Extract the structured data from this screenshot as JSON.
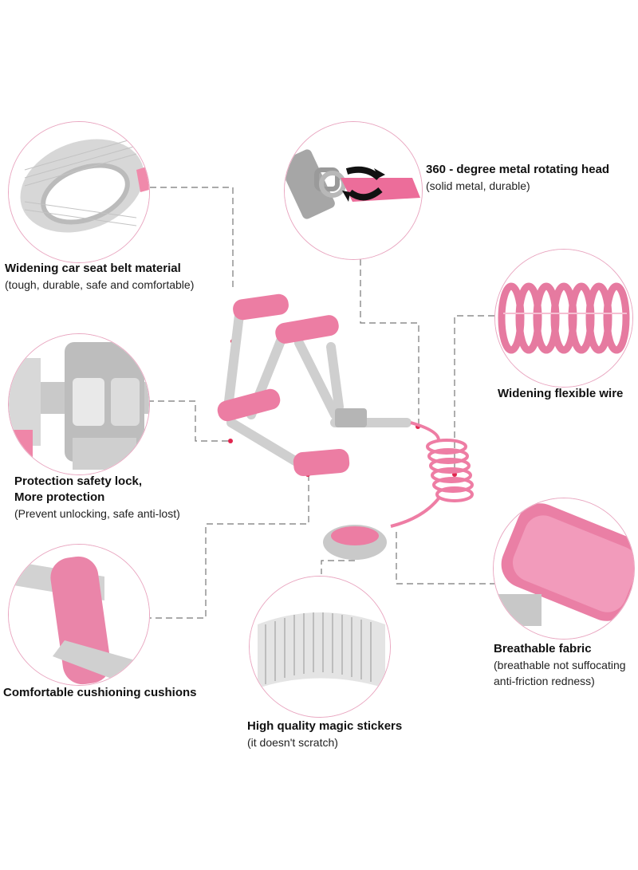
{
  "features": {
    "seatbelt": {
      "title": "Widening car seat belt material",
      "subtitle": "(tough, durable, safe and comfortable)"
    },
    "rotating_head": {
      "title": "360 - degree metal rotating head",
      "subtitle": "(solid metal, durable)"
    },
    "flexible_wire": {
      "title": "Widening flexible wire"
    },
    "safety_lock": {
      "title": "Protection safety lock,",
      "title2": "More protection",
      "subtitle": "(Prevent unlocking, safe anti-lost)"
    },
    "cushions": {
      "title": "Comfortable cushioning cushions"
    },
    "magic_stickers": {
      "title": "High quality magic stickers",
      "subtitle": "(it doesn't scratch)"
    },
    "breathable": {
      "title": "Breathable fabric",
      "subtitle": "(breathable not suffocating",
      "subtitle2": "anti-friction redness)"
    }
  },
  "colors": {
    "pink": "#e8739c",
    "gray_strap": "#cfcfcf",
    "circle_border": "#e9a6c0",
    "leader_line": "#777777",
    "marker_dot": "#e0264f"
  }
}
